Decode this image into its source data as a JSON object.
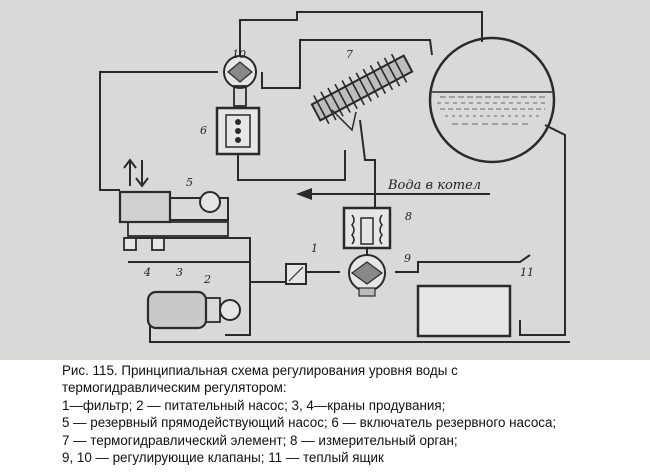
{
  "diagram": {
    "water_to_boiler_label": "Вода в котел",
    "labels": [
      "1",
      "2",
      "3",
      "4",
      "5",
      "6",
      "7",
      "8",
      "9",
      "10",
      "11"
    ]
  },
  "caption": {
    "lines": [
      "Рис. 115. Принципиальная схема регулирования уровня воды с",
      "термогидравлическим  регулятором:",
      "1—фильтр; 2 — питательный насос; 3, 4—краны продувания;",
      "5 — резервный прямодействующий насос; 6 — включатель резервного насоса;",
      "7 — термогидравлический элемент; 8 — измерительный орган;",
      "9, 10 — регулирующие клапаны; 11 — теплый ящик"
    ]
  }
}
